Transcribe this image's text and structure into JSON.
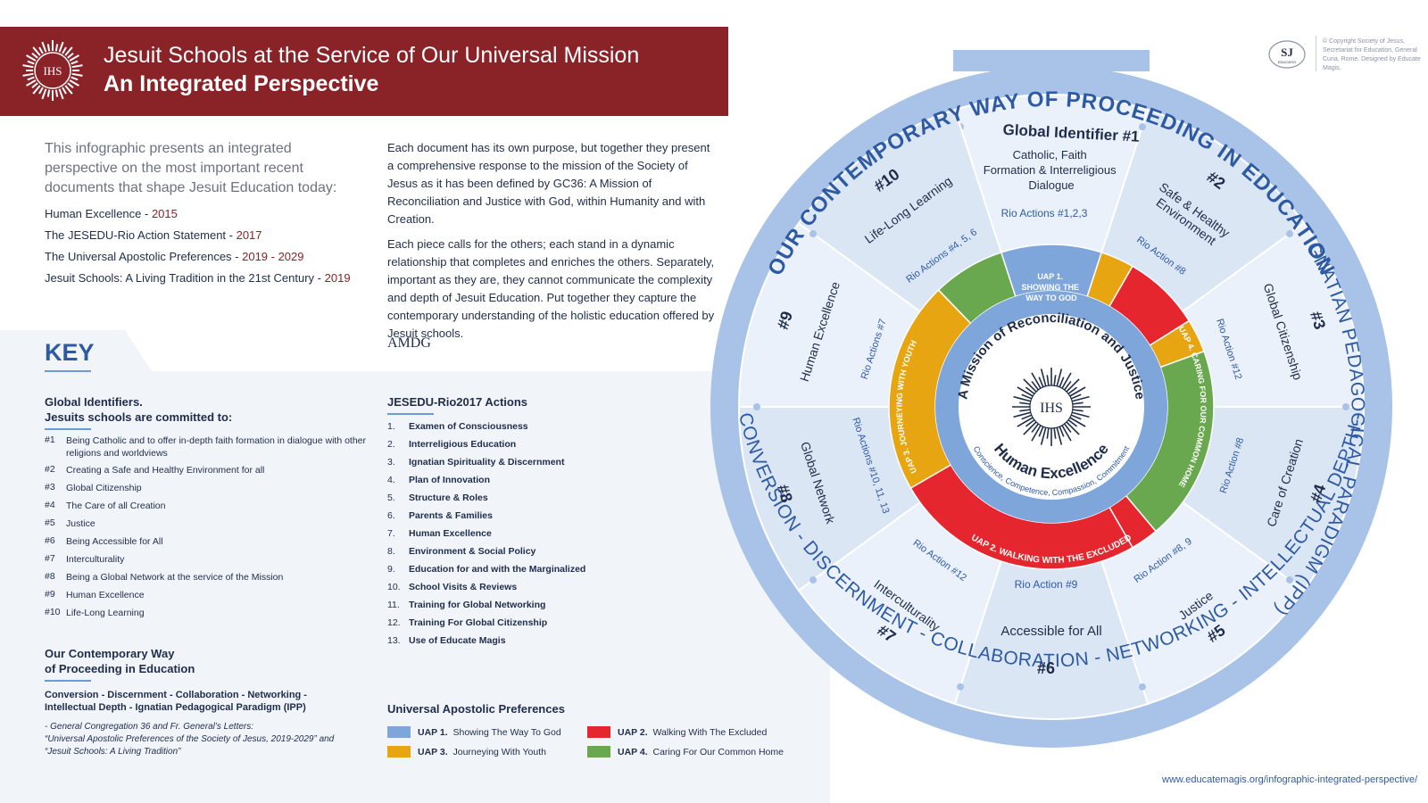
{
  "header": {
    "title": "Jesuit Schools at the Service of Our Universal Mission",
    "subtitle": "An Integrated Perspective"
  },
  "intro": "This infographic presents an integrated perspective on the most important recent documents that shape Jesuit Education today:",
  "documents": [
    {
      "name": "Human Excellence - ",
      "year": "2015"
    },
    {
      "name": "The JESEDU-Rio Action Statement - ",
      "year": "2017"
    },
    {
      "name": "The Universal Apostolic Preferences - ",
      "year": "2019 - 2029"
    },
    {
      "name": "Jesuit Schools: A Living Tradition in the 21st Century - ",
      "year": "2019"
    }
  ],
  "paragraphs": [
    "Each document has its own purpose, but together they present a comprehensive response to the mission of the Society of Jesus as it has been defined by GC36: A Mission of Reconciliation and Justice with God, within Humanity and with Creation.",
    "Each piece calls for the others; each stand in a dynamic relationship that completes and enriches the others. Separately, important as they are, they cannot communicate the complexity and depth of Jesuit Education. Put together they capture the contemporary understanding of the holistic education offered by Jesuit schools."
  ],
  "amdg": "AMDG",
  "key": {
    "title": "KEY",
    "gi_heading_1": "Global Identifiers.",
    "gi_heading_2": "Jesuits schools are committed to:",
    "global_identifiers": [
      {
        "n": "#1",
        "text": "Being Catholic and to offer in-depth faith formation in dialogue with other religions and worldviews"
      },
      {
        "n": "#2",
        "text": "Creating a Safe and Healthy Environment for all"
      },
      {
        "n": "#3",
        "text": "Global Citizenship"
      },
      {
        "n": "#4",
        "text": "The Care of all Creation"
      },
      {
        "n": "#5",
        "text": "Justice"
      },
      {
        "n": "#6",
        "text": "Being Accessible for All"
      },
      {
        "n": "#7",
        "text": "Interculturality"
      },
      {
        "n": "#8",
        "text": "Being a Global Network at the service of the Mission"
      },
      {
        "n": "#9",
        "text": "Human Excellence"
      },
      {
        "n": "#10",
        "text": "Life-Long Learning"
      }
    ],
    "jr_heading": "JESEDU-Rio2017 Actions",
    "jesedu_actions": [
      {
        "n": "1.",
        "text": "Examen of Consciousness"
      },
      {
        "n": "2.",
        "text": "Interreligious Education"
      },
      {
        "n": "3.",
        "text": "Ignatian Spirituality & Discernment"
      },
      {
        "n": "4.",
        "text": "Plan of Innovation"
      },
      {
        "n": "5.",
        "text": "Structure & Roles"
      },
      {
        "n": "6.",
        "text": "Parents & Families"
      },
      {
        "n": "7.",
        "text": "Human Excellence"
      },
      {
        "n": "8.",
        "text": "Environment & Social Policy"
      },
      {
        "n": "9.",
        "text": "Education for and with the Marginalized"
      },
      {
        "n": "10.",
        "text": "School Visits & Reviews"
      },
      {
        "n": "11.",
        "text": "Training for Global Networking"
      },
      {
        "n": "12.",
        "text": "Training For Global Citizenship"
      },
      {
        "n": "13.",
        "text": "Use of Educate Magis"
      }
    ],
    "cwp_heading_1": "Our Contemporary Way",
    "cwp_heading_2": "of Proceeding in Education",
    "cwp_text": "Conversion - Discernment - Collaboration - Networking - Intellectual Depth - Ignatian Pedagogical Paradigm (IPP)",
    "cwp_note_1": "- General Congregation 36 and Fr. General’s Letters:",
    "cwp_note_2": "“Universal Apostolic Preferences of the Society of Jesus, 2019-2029” and “Jesuit Schools: A Living Tradition”",
    "uap_heading": "Universal Apostolic Preferences",
    "uaps": [
      {
        "n": "UAP 1.",
        "text": "Showing The Way To God",
        "color": "#7ea6da"
      },
      {
        "n": "UAP 2.",
        "text": "Walking With The Excluded",
        "color": "#e5262e"
      },
      {
        "n": "UAP 3.",
        "text": "Journeying With Youth",
        "color": "#e8a512"
      },
      {
        "n": "UAP 4.",
        "text": "Caring For Our Common Home",
        "color": "#6aa84f"
      }
    ]
  },
  "copyright": "© Copyright Society of Jesus, Secretariat for Education, General Curia, Rome. Designed by Educate Magis.",
  "sj_logo": {
    "letters": "SJ",
    "word": "EDUCATIO"
  },
  "footer_url": "www.educatemagis.org/infographic-integrated-perspective/",
  "wheel": {
    "outer_top": "OUR CONTEMPORARY WAY OF PROCEEDING IN EDUCATION",
    "outer_right": "IGNATIAN PEDAGOGICAL PARADIGM (IPP)",
    "outer_bottom": "CONVERSION - DISCERNMENT - COLLABORATION - NETWORKING - INTELLECTUAL DEPTH -",
    "center_title": "A Mission of Reconciliation and Justice",
    "center_he": "Human Excellence",
    "center_4c": "Conscience, Competence, Compassion, Commitment",
    "monogram": "IHS",
    "gi1_title": "Global Identifier #1",
    "gi1_line1": "Catholic, Faith",
    "gi1_line2": "Formation & Interreligious",
    "gi1_line3": "Dialogue",
    "uap1_line1": "UAP 1.",
    "uap1_line2": "SHOWING THE",
    "uap1_line3": "WAY TO GOD",
    "uap2": "UAP 2. WALKING WITH THE EXCLUDED",
    "uap3": "UAP 3. JOURNEYING WITH YOUTH",
    "uap4": "UAP 4. CARING FOR OUR COMMON HOME",
    "rio_top": "Rio Actions #1,2,3",
    "rio_bottom": "Rio Action #9",
    "bottom_label": "Accessible for All",
    "bottom_num": "#6",
    "sectors": [
      {
        "num": "#2",
        "label1": "Safe & Healthy",
        "label2": "Environment",
        "rio": "Rio Action #8"
      },
      {
        "num": "#3",
        "label1": "Global Citizenship",
        "label2": "",
        "rio": "Rio Action #12"
      },
      {
        "num": "#4",
        "label1": "Care of Creation",
        "label2": "",
        "rio": "Rio Action #8"
      },
      {
        "num": "#5",
        "label1": "Justice",
        "label2": "",
        "rio": "Rio Action #8, 9"
      },
      {
        "num": "#7",
        "label1": "Interculturality",
        "label2": "",
        "rio": "Rio Action #12"
      },
      {
        "num": "#8",
        "label1": "Global Network",
        "label2": "",
        "rio": "Rio Actions #10, 11, 13"
      },
      {
        "num": "#9",
        "label1": "Human Excellence",
        "label2": "",
        "rio": "Rio Actions #7"
      },
      {
        "num": "#10",
        "label1": "Life-Long Learning",
        "label2": "",
        "rio": "Rio Actions #4, 5, 6"
      }
    ],
    "colors": {
      "blue": "#7ea6da",
      "light": "#dbe6f5",
      "red": "#e5262e",
      "orange": "#e8a512",
      "green": "#6aa84f",
      "navy": "#1f2d4a",
      "maroon": "#8a2328"
    }
  }
}
